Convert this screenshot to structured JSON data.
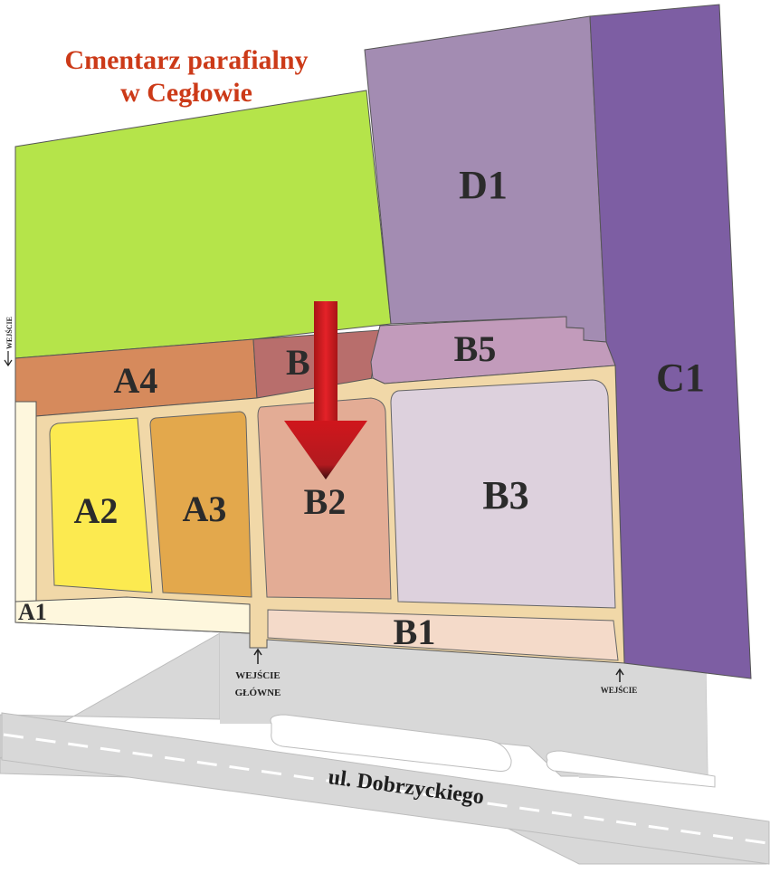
{
  "title": {
    "line1": "Cmentarz parafialny",
    "line2": "w Cegłowie",
    "color": "#cc3a18"
  },
  "sections": {
    "A1": "A1",
    "A2": "A2",
    "A3": "A3",
    "A4": "A4",
    "B": "B",
    "B1": "B1",
    "B2": "B2",
    "B3": "B3",
    "B5": "B5",
    "C1": "C1",
    "D1": "D1"
  },
  "entrances": {
    "left": "WEJŚCIE",
    "main_line1": "WEJŚCIE",
    "main_line2": "GŁÓWNE",
    "right": "WEJŚCIE"
  },
  "street": "ul. Dobrzyckiego",
  "colors": {
    "green_field": "#b5e44a",
    "D1": "#a38cb2",
    "C1": "#7d5ea3",
    "A4": "#d68a5c",
    "B": "#b86e6c",
    "B5": "#c29bbb",
    "A2": "#fcea50",
    "A3": "#e3a84c",
    "B2": "#e3ac95",
    "B3": "#ddd1dd",
    "B1": "#f4dac9",
    "A1": "#fef7dd",
    "paths": "#f1d8a8",
    "road": "#d8d8d8",
    "arrow": "#c0181a",
    "label": "#2b2b2b"
  },
  "marker_icon": "down-arrow-icon"
}
